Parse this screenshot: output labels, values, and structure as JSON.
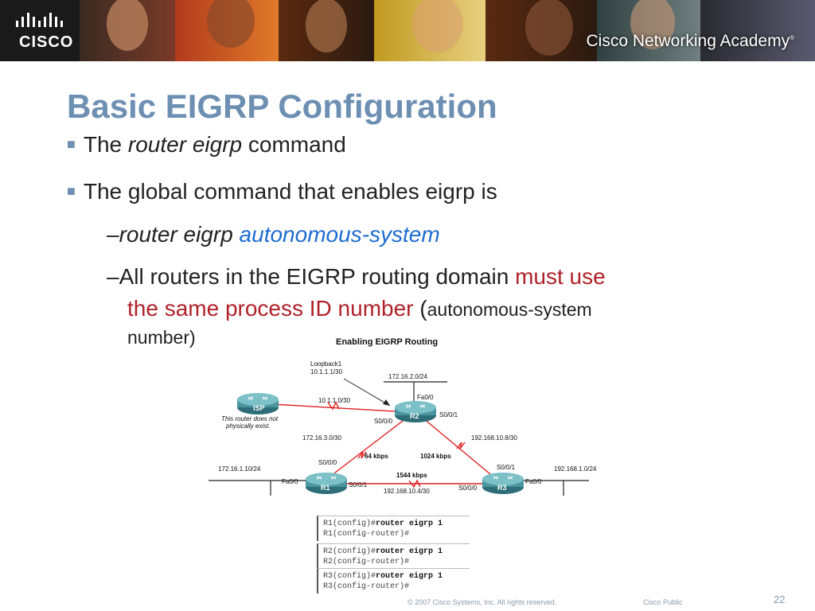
{
  "header": {
    "logo_text": "CISCO",
    "academy_text": "Cisco Networking Academy",
    "academy_mark": "®"
  },
  "slide": {
    "title": "Basic EIGRP Configuration",
    "bullet1": {
      "before": "The",
      "italic": "router eigrp",
      "after": "command"
    },
    "bullet2": "The global command that enables eigrp is",
    "sub1": {
      "dash": "–",
      "cmd": "router eigrp",
      "param": "autonomous-system"
    },
    "sub2": {
      "dash": "–",
      "text_before": "All routers in the EIGRP routing domain",
      "red_line1": "must use",
      "red_line2": "the same process ID number",
      "open_paren": "(",
      "paren_text": "autonomous-system",
      "last_line": "number)"
    }
  },
  "diagram": {
    "title": "Enabling EIGRP Routing",
    "loopback_label": "Loopback1",
    "loopback_addr": "10.1.1.1/30",
    "routers": {
      "isp": "ISP",
      "r1": "R1",
      "r2": "R2",
      "r3": "R3"
    },
    "isp_note_line1": "This router does not",
    "isp_note_line2": "physically exist.",
    "net_r2_lan": "172.16.2.0/24",
    "net_isp_r2": "10.1.1.0/30",
    "net_r1_r2": "172.16.3.0/30",
    "net_r2_r3": "192.168.10.8/30",
    "net_r1_lan": "172.16.1.10/24",
    "net_r3_lan": "192.168.1.0/24",
    "net_r1_r3": "192.168.10.4/30",
    "bw_r1_r2": "64 kbps",
    "bw_r2_r3": "1024 kbps",
    "bw_r1_r3": "1544 kbps",
    "if_r2_fa": "Fa0/0",
    "if_r2_s000": "S0/0/0",
    "if_r2_s001": "S0/0/1",
    "if_r1_s000": "S0/0/0",
    "if_r1_fa": "Fa0/0",
    "if_r1_s001": "S0/0/1",
    "if_r3_s001": "S0/0/1",
    "if_r3_fa": "Fa0/0",
    "if_r3_s000": "S0/0/0"
  },
  "code_blocks": [
    {
      "line1_prompt": "R1(config)#",
      "line1_cmd": "router eigrp 1",
      "line2": "R1(config-router)#"
    },
    {
      "line1_prompt": "R2(config)#",
      "line1_cmd": "router eigrp 1",
      "line2": "R2(config-router)#"
    },
    {
      "line1_prompt": "R3(config)#",
      "line1_cmd": "router eigrp 1",
      "line2": "R3(config-router)#"
    }
  ],
  "footer": {
    "copyright": "© 2007 Cisco Systems, Inc. All rights reserved.",
    "classification": "Cisco Public",
    "page_number": "22"
  },
  "colors": {
    "title": "#6d8fb2",
    "param_blue": "#1d6ccf",
    "emphasis_red": "#b0222a",
    "link_red": "#e02020"
  }
}
